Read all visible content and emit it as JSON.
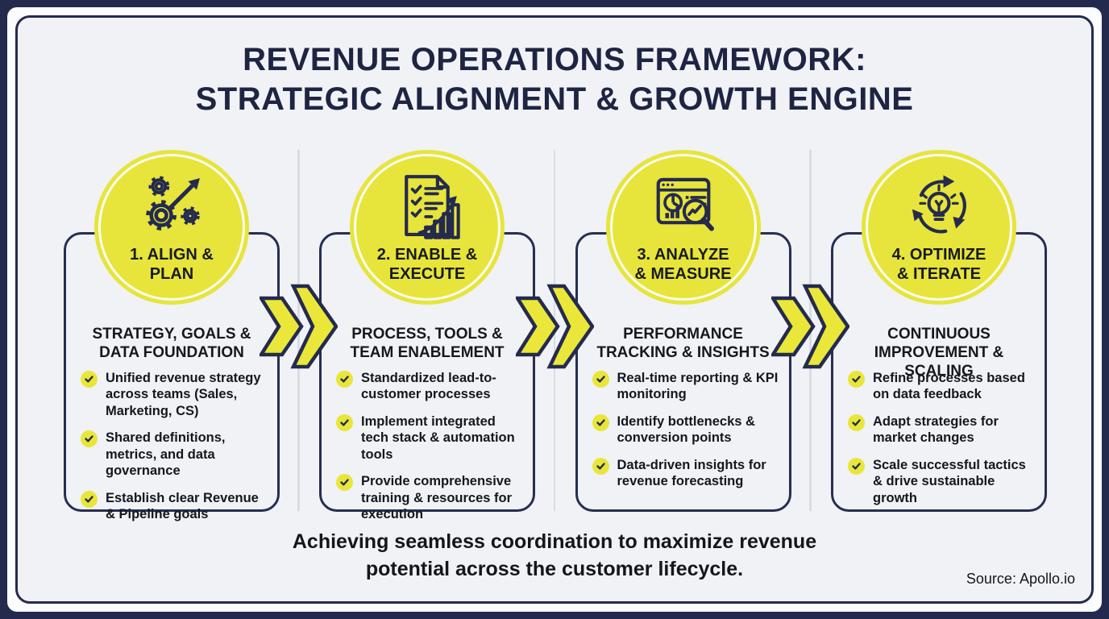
{
  "header": {
    "title_line1": "REVENUE OPERATIONS FRAMEWORK:",
    "title_line2": "STRATEGIC ALIGNMENT & GROWTH ENGINE"
  },
  "stages": [
    {
      "icon": "gears-growth-arrow-icon",
      "label": "1. ALIGN & PLAN",
      "subtitle": "STRATEGY, GOALS & DATA FOUNDATION",
      "bullets": [
        "Unified revenue strategy across teams (Sales, Marketing, CS)",
        "Shared definitions, metrics, and data governance",
        "Establish clear Revenue & Pipeline goals"
      ]
    },
    {
      "icon": "checklist-growth-chart-icon",
      "label": "2. ENABLE & EXECUTE",
      "subtitle": "PROCESS, TOOLS & TEAM ENABLEMENT",
      "bullets": [
        "Standardized lead-to-customer processes",
        "Implement integrated tech stack & automation tools",
        "Provide comprehensive training & resources for execution"
      ]
    },
    {
      "icon": "dashboard-magnifier-icon",
      "label": "3. ANALYZE & MEASURE",
      "subtitle": "PERFORMANCE TRACKING & INSIGHTS",
      "bullets": [
        "Real-time reporting & KPI monitoring",
        "Identify bottlenecks & conversion points",
        "Data-driven insights for revenue forecasting"
      ]
    },
    {
      "icon": "lightbulb-cycle-icon",
      "label": "4. OPTIMIZE & ITERATE",
      "subtitle": "CONTINUOUS IMPROVEMENT & SCALING",
      "bullets": [
        "Refine processes based on data feedback",
        "Adapt strategies for market changes",
        "Scale successful tactics & drive sustainable growth"
      ]
    }
  ],
  "footer": {
    "tagline": "Achieving seamless coordination to maximize revenue potential across the customer lifecycle.",
    "source": "Source: Apollo.io"
  },
  "colors": {
    "accent_yellow": "#e7e43c",
    "navy": "#232a4d",
    "background": "#f0f2f6",
    "text_dark": "#14171d"
  }
}
